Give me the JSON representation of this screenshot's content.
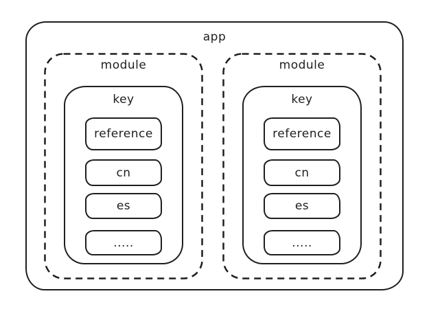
{
  "diagram": {
    "app_label": "app",
    "modules": [
      {
        "label": "module",
        "key_label": "key",
        "items": [
          "reference",
          "cn",
          "es",
          "....."
        ]
      },
      {
        "label": "module",
        "key_label": "key",
        "items": [
          "reference",
          "cn",
          "es",
          "....."
        ]
      }
    ]
  },
  "colors": {
    "stroke": "#1e1e1e",
    "background": "#ffffff"
  }
}
